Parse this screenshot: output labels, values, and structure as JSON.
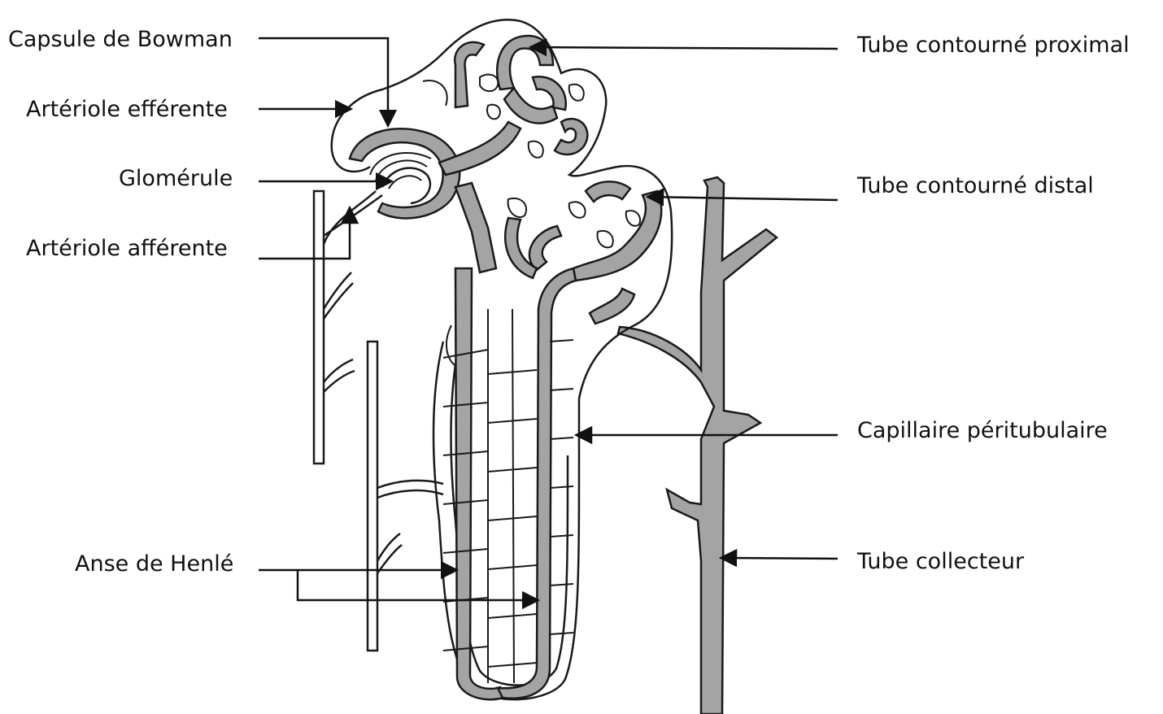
{
  "labels": {
    "bowman_capsule": "Capsule de Bowman",
    "efferent_arteriole": "Artériole efférente",
    "glomerulus": "Glomérule",
    "afferent_arteriole": "Artériole afférente",
    "loop_of_henle": "Anse de Henlé",
    "proximal_tubule": "Tube contourné proximal",
    "distal_tubule": "Tube contourné distal",
    "peritubular_capillary": "Capillaire péritubulaire",
    "collecting_duct": "Tube collecteur"
  },
  "colors": {
    "tubule_fill": "#a4a4a4",
    "outline": "#1a1a1a",
    "background": "#ffffff"
  }
}
